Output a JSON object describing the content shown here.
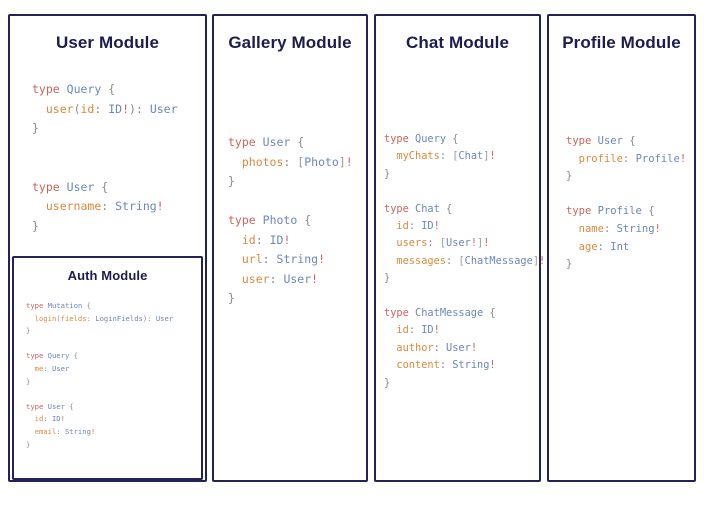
{
  "diagram": {
    "title_color": "#1c1c4e",
    "border_color": "#232356",
    "background": "#ffffff",
    "syntax_colors": {
      "keyword": "#c8665d",
      "type_name": "#6b87bb",
      "field_name": "#d98a3f",
      "punctuation": "#8a8a8a",
      "non_null": "#c8665d"
    }
  },
  "panels": [
    {
      "id": "user-module",
      "title": "User Module",
      "code_lines": [
        "type Query {",
        "  user(id: ID!): User",
        "}",
        "",
        "",
        "type User {",
        "  username: String!",
        "}"
      ],
      "subpanel": {
        "id": "auth-module",
        "title": "Auth Module",
        "code_lines": [
          "type Mutation {",
          "  login(fields: LoginFields): User",
          "}",
          "",
          "type Query {",
          "  me: User",
          "}",
          "",
          "type User {",
          "  id: ID!",
          "  email: String!",
          "}"
        ]
      }
    },
    {
      "id": "gallery-module",
      "title": "Gallery Module",
      "code_lines": [
        "type User {",
        "  photos: [Photo]!",
        "}",
        "",
        "type Photo {",
        "  id: ID!",
        "  url: String!",
        "  user: User!",
        "}"
      ]
    },
    {
      "id": "chat-module",
      "title": "Chat Module",
      "code_lines": [
        "type Query {",
        "  myChats: [Chat]!",
        "}",
        "",
        "type Chat {",
        "  id: ID!",
        "  users: [User!]!",
        "  messages: [ChatMessage]!",
        "}",
        "",
        "type ChatMessage {",
        "  id: ID!",
        "  author: User!",
        "  content: String!",
        "}"
      ]
    },
    {
      "id": "profile-module",
      "title": "Profile Module",
      "code_lines": [
        "type User {",
        "  profile: Profile!",
        "}",
        "",
        "type Profile {",
        "  name: String!",
        "  age: Int",
        "}"
      ]
    }
  ]
}
